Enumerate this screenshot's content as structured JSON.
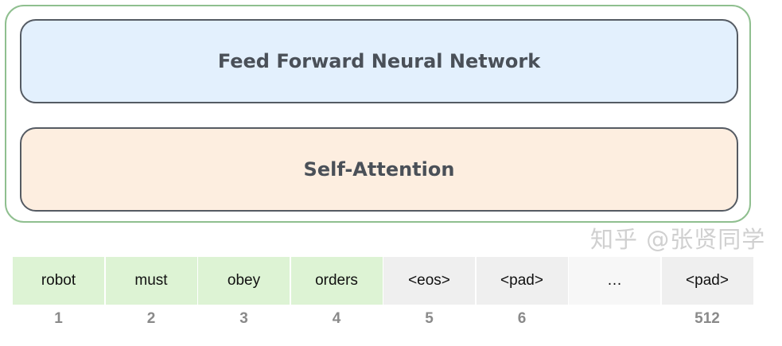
{
  "layers": {
    "ffnn": "Feed Forward Neural Network",
    "attention": "Self-Attention"
  },
  "colors": {
    "block_border": "#8fbf8f",
    "ffnn_fill": "#e3f0fd",
    "attention_fill": "#fdeee0",
    "word_fill": "#ddf3d4",
    "special_fill": "#efefef"
  },
  "tokens": [
    {
      "text": "robot",
      "pos": "1",
      "kind": "word"
    },
    {
      "text": "must",
      "pos": "2",
      "kind": "word"
    },
    {
      "text": "obey",
      "pos": "3",
      "kind": "word"
    },
    {
      "text": "orders",
      "pos": "4",
      "kind": "word"
    },
    {
      "text": "<eos>",
      "pos": "5",
      "kind": "special"
    },
    {
      "text": "<pad>",
      "pos": "6",
      "kind": "special"
    },
    {
      "text": "…",
      "pos": "",
      "kind": "ellipsis"
    },
    {
      "text": "<pad>",
      "pos": "512",
      "kind": "special"
    }
  ],
  "watermark": "知乎 @张贤同学"
}
